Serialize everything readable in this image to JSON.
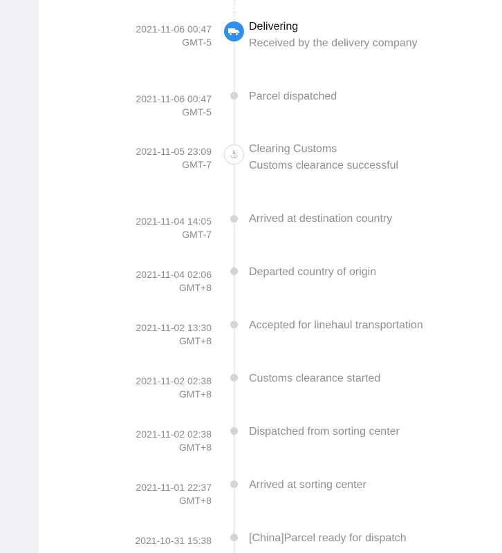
{
  "colors": {
    "accent": "#2f8ff0",
    "muted_text": "#8f8f8f",
    "active_text": "#111111",
    "rail_bg": "#f0f1f5"
  },
  "events": [
    {
      "date": "2021-11-06 00:47",
      "tz": "GMT-5",
      "title": "Delivering",
      "sub": "Received by the delivery company",
      "icon": "truck-icon",
      "state": "active"
    },
    {
      "date": "2021-11-06 00:47",
      "tz": "GMT-5",
      "title": "Parcel dispatched",
      "sub": ""
    },
    {
      "date": "2021-11-05 23:09",
      "tz": "GMT-7",
      "title": "Clearing Customs",
      "sub": "Customs clearance successful",
      "icon": "anchor-icon"
    },
    {
      "date": "2021-11-04 14:05",
      "tz": "GMT-7",
      "title": "Arrived at destination country",
      "sub": ""
    },
    {
      "date": "2021-11-04 02:06",
      "tz": "GMT+8",
      "title": "Departed country of origin",
      "sub": ""
    },
    {
      "date": "2021-11-02 13:30",
      "tz": "GMT+8",
      "title": "Accepted for linehaul transportation",
      "sub": ""
    },
    {
      "date": "2021-11-02 02:38",
      "tz": "GMT+8",
      "title": "Customs clearance started",
      "sub": ""
    },
    {
      "date": "2021-11-02 02:38",
      "tz": "GMT+8",
      "title": "Dispatched from sorting center",
      "sub": ""
    },
    {
      "date": "2021-11-01 22:37",
      "tz": "GMT+8",
      "title": "Arrived at sorting center",
      "sub": ""
    },
    {
      "date": "2021-10-31 15:38",
      "tz": "",
      "title": "[China]Parcel ready for dispatch",
      "sub": ""
    }
  ]
}
